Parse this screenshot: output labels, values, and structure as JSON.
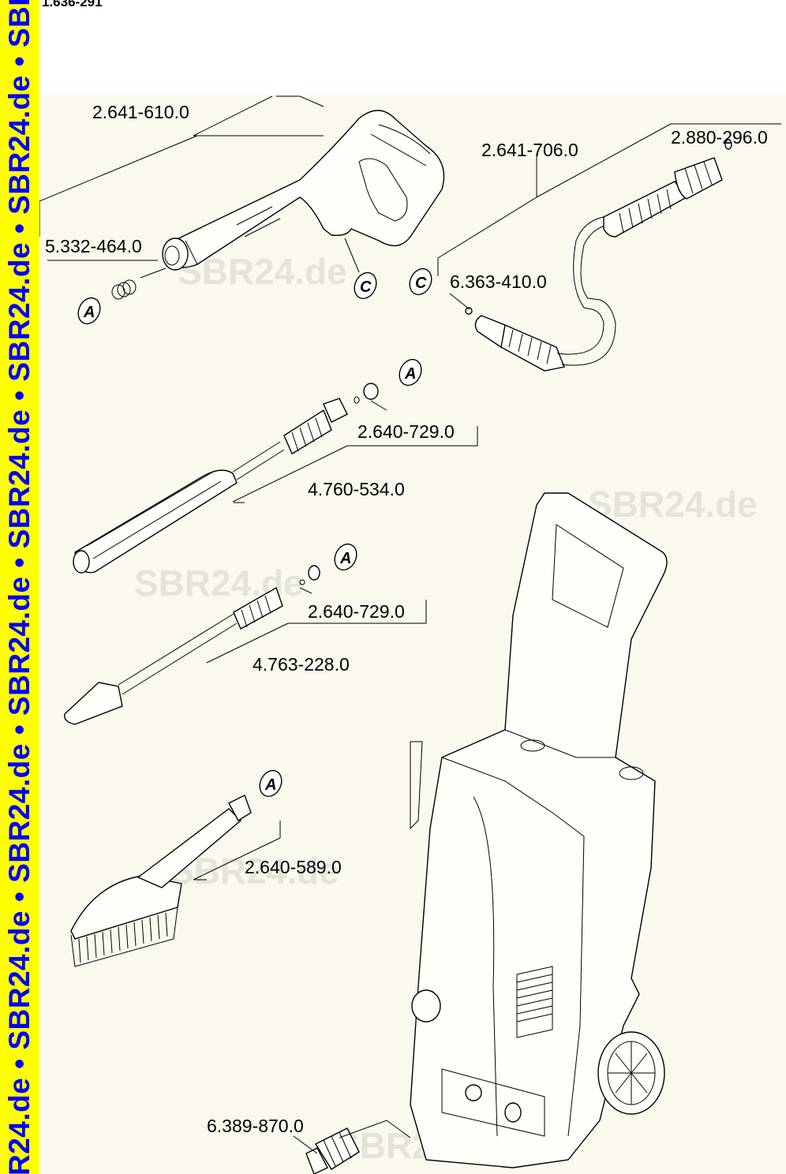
{
  "document_id": "1.636-291",
  "sidebar_watermark": "R24.de • SBR24.de • SBR24.de • SBR24.de • SBR24.de • SBR24.de • SBR24.de • SBR24.de • SBR24.de • SBR24",
  "watermarks": [
    "SBR24.de",
    "SBR24.de",
    "SBR24.de",
    "SBR24.de",
    "SBR24.de"
  ],
  "parts": [
    {
      "number": "2.641-610.0"
    },
    {
      "number": "5.332-464.0"
    },
    {
      "number": "2.641-706.0"
    },
    {
      "number": "2.880-296.0"
    },
    {
      "number": "6.363-410.0"
    },
    {
      "number": "2.640-729.0"
    },
    {
      "number": "4.760-534.0"
    },
    {
      "number": "2.640-729.0"
    },
    {
      "number": "4.763-228.0"
    },
    {
      "number": "2.640-589.0"
    },
    {
      "number": "6.389-870.0"
    }
  ],
  "callouts": {
    "a": "A",
    "c": "C"
  },
  "colors": {
    "sidebar_bg": "#ffff00",
    "sidebar_text": "#0000ff",
    "diagram_bg": "#fbf8ed"
  }
}
